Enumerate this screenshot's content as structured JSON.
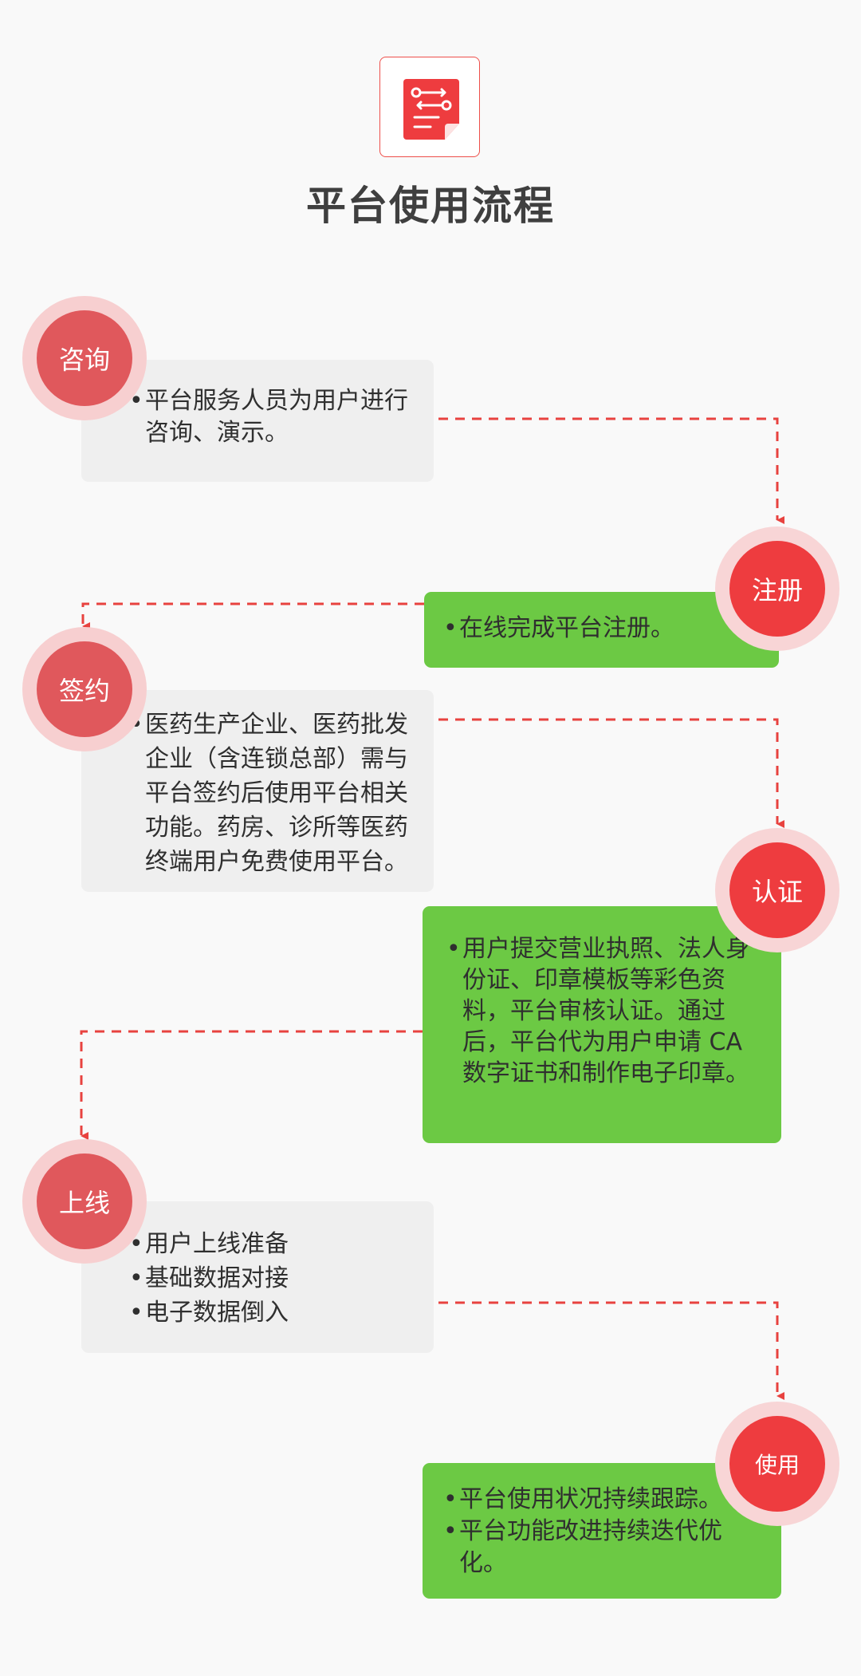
{
  "title": "平台使用流程",
  "icons": {
    "logo": "flow-document-icon"
  },
  "colors": {
    "accent_red": "#ee3c3f",
    "step_red_muted": "#e0585c",
    "step_ring": "#f7cfd0",
    "green": "#6cc944",
    "grey_card": "#efefef",
    "connector": "#e8423f"
  },
  "steps": [
    {
      "label": "咨询",
      "items": [
        "平台服务人员为用户进行咨询、演示。"
      ]
    },
    {
      "label": "注册",
      "items": [
        "在线完成平台注册。"
      ]
    },
    {
      "label": "签约",
      "items": [
        "医药生产企业、医药批发企业（含连锁总部）需与平台签约后使用平台相关功能。药房、诊所等医药终端用户免费使用平台。"
      ]
    },
    {
      "label": "认证",
      "items": [
        "用户提交营业执照、法人身份证、印章模板等彩色资料，平台审核认证。通过后，平台代为用户申请 CA 数字证书和制作电子印章。"
      ]
    },
    {
      "label": "上线",
      "items": [
        "用户上线准备",
        "基础数据对接",
        "电子数据倒入"
      ]
    },
    {
      "label": "使用",
      "items": [
        "平台使用状况持续跟踪。",
        "平台功能改进持续迭代优化。"
      ]
    }
  ]
}
